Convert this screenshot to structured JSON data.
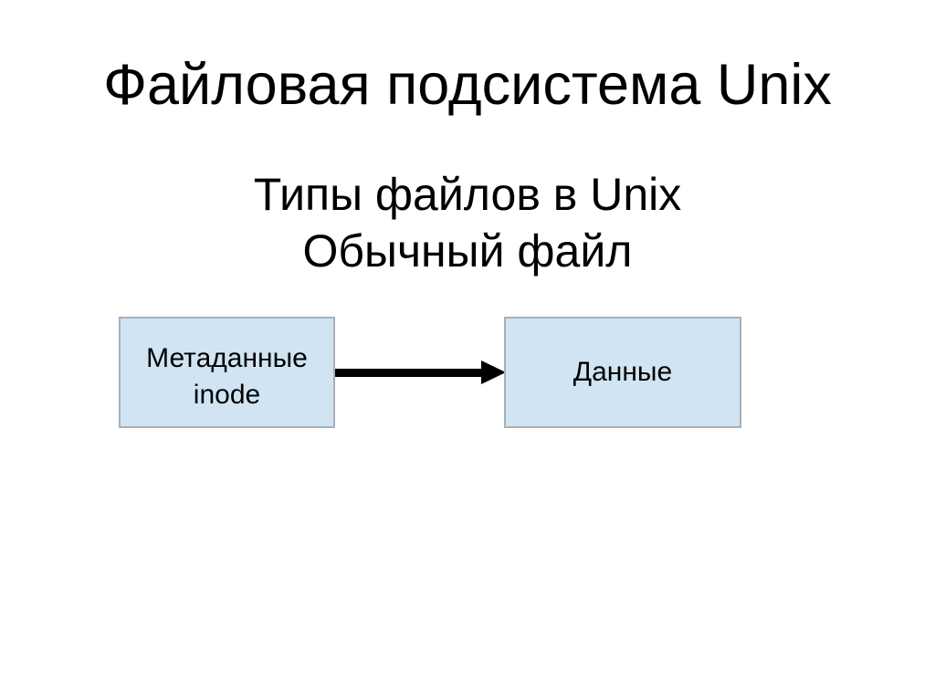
{
  "slide": {
    "title": "Файловая подсистема Unix",
    "subtitle_line1": "Типы файлов в Unix",
    "subtitle_line2": "Обычный файл",
    "diagram": {
      "left_box": {
        "line1": "Метаданные",
        "line2": "inode"
      },
      "arrow": "right-arrow",
      "right_box": {
        "label": "Данные"
      }
    },
    "colors": {
      "background": "#ffffff",
      "text": "#000000",
      "box_fill": "#d0e4f3",
      "box_border": "#a7b0b8",
      "arrow": "#000000"
    }
  }
}
